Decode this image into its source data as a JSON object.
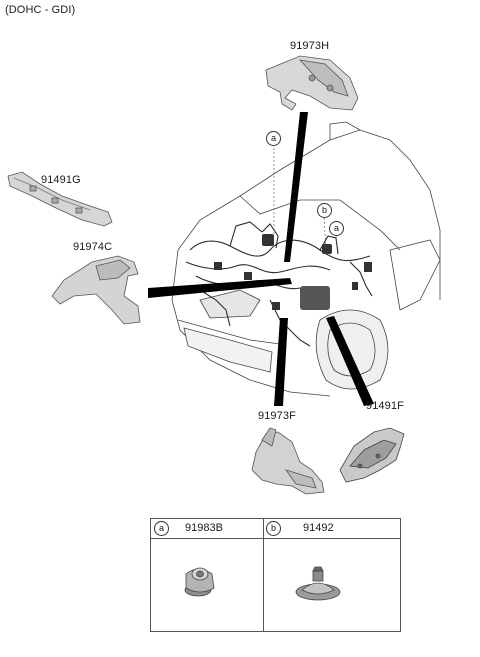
{
  "variant_label": "(DOHC - GDI)",
  "callouts": {
    "p91973H": "91973H",
    "p91491G": "91491G",
    "p91974C": "91974C",
    "p91973F": "91973F",
    "p91491F": "91491F"
  },
  "markers": {
    "a_top": "a",
    "b": "b",
    "a_mid": "a"
  },
  "legend": {
    "col_a": {
      "marker": "a",
      "part": "91983B"
    },
    "col_b": {
      "marker": "b",
      "part": "91492"
    }
  }
}
